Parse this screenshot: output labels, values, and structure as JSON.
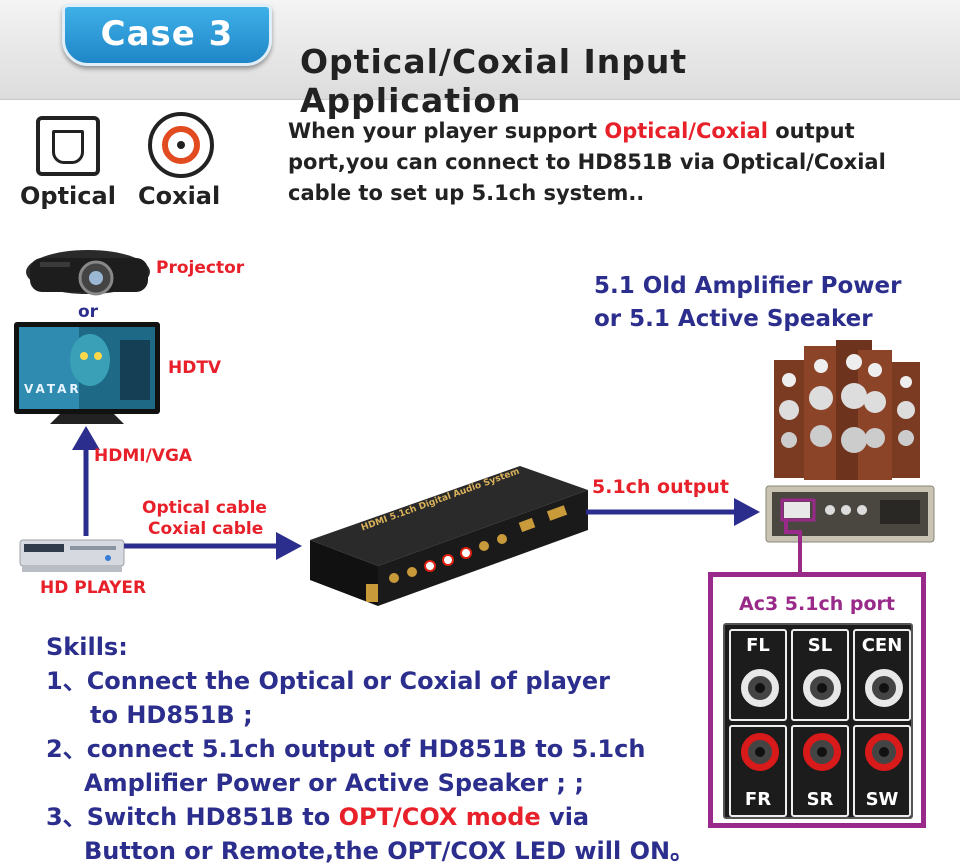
{
  "header": {
    "case_label": "Case 3",
    "title": "Optical/Coxial Input Application"
  },
  "icons": {
    "optical_label": "Optical",
    "coxial_label": "Coxial"
  },
  "intro": {
    "before": " When your player  support ",
    "highlight": "Optical/Coxial",
    "after": " output port,you can connect to HD851B via Optical/Coxial cable to set up 5.1ch system.."
  },
  "diagram": {
    "projector_label": "Projector",
    "or_label": "or",
    "hdtv_label": "HDTV",
    "tv_screen_text": "VATAR",
    "hdmi_label": "HDMI/VGA",
    "cable_label_1": "Optical cable",
    "cable_label_2": "Coxial  cable",
    "player_label": "HD PLAYER",
    "output_label": "5.1ch output",
    "device_text": "HDMI 5.1ch Digital Audio System",
    "amp_title_1": "5.1 Old Amplifier Power",
    "amp_title_2": "or 5.1 Active Speaker"
  },
  "ports": {
    "title": "Ac3 5.1ch port",
    "top": [
      "FL",
      "SL",
      "CEN"
    ],
    "bottom": [
      "FR",
      "SR",
      "SW"
    ]
  },
  "skills": {
    "heading": "Skills:",
    "item1_a": "1、Connect the Optical or Coxial of player",
    "item1_b": "to HD851B ;",
    "item2_a": "2、connect 5.1ch output of HD851B to 5.1ch",
    "item2_b": "Amplifier Power or Active Speaker ; ;",
    "item3_a_before": "3、Switch HD851B to ",
    "item3_a_highlight": "OPT/COX mode",
    "item3_a_after": " via",
    "item3_b": "Button or Remote,the OPT/COX LED will ON。"
  },
  "colors": {
    "accent_blue": "#2b2e8c",
    "accent_red": "#e8202a",
    "tab_blue": "#1f86c7",
    "panel_purple": "#9a2a8a"
  }
}
